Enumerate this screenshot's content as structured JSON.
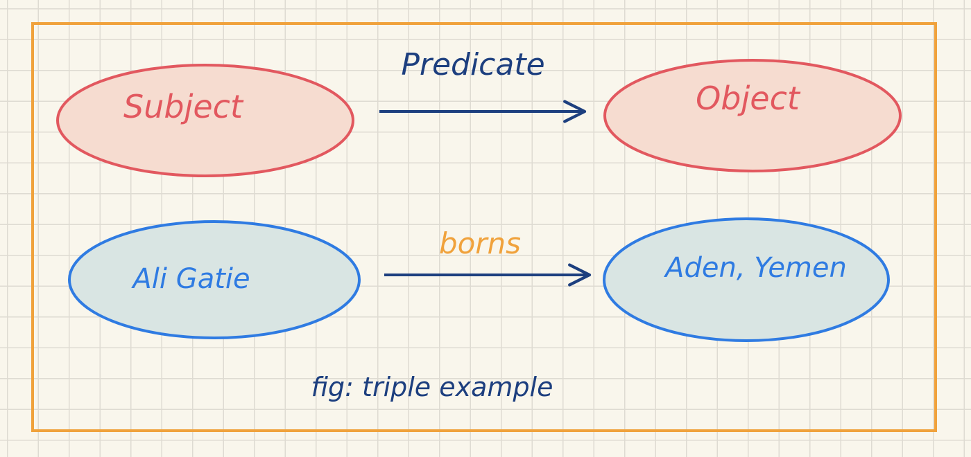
{
  "diagram": {
    "frame_color": "#f0a23c",
    "rows": [
      {
        "subject": "Subject",
        "predicate": "Predicate",
        "object": "Object",
        "node_stroke": "#e2585f",
        "node_fill": "#f6dcd0",
        "node_text": "#e2585f",
        "predicate_color": "#1d3f7f"
      },
      {
        "subject": "Ali Gatie",
        "predicate": "borns",
        "object": "Aden, Yemen",
        "node_stroke": "#2f7be2",
        "node_fill": "#d9e5e3",
        "node_text": "#2f7be2",
        "predicate_color": "#f0a23c"
      }
    ],
    "arrow_color": "#1d3f7f",
    "caption": "fig: triple example",
    "caption_color": "#1d3f7f"
  }
}
